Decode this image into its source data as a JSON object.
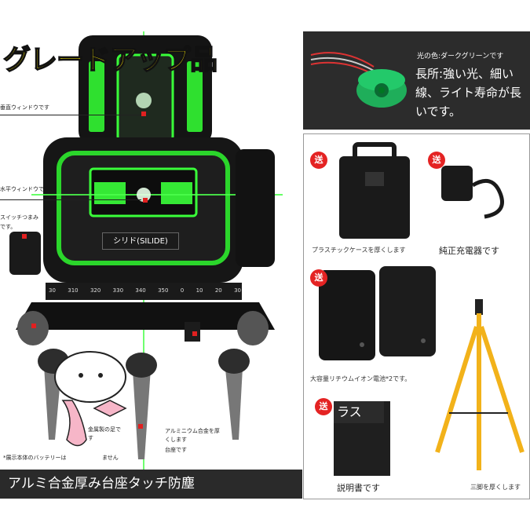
{
  "headline": "グレードアップ品",
  "product": {
    "brand_label": "シリド(SILIDE)",
    "dial_marks": [
      "330",
      "340",
      "350",
      "0",
      "10",
      "20",
      "30"
    ],
    "dial_left_marks": [
      "30",
      "310",
      "320"
    ],
    "callouts": {
      "vertical_window": "垂直ウィンドウです",
      "horizontal_window": "水平ウィンドウで",
      "switch_knob_1": "スイッチつまみ",
      "switch_knob_2": "です。",
      "feet": "金属製の足で",
      "feet_2": "す",
      "aluminum_1": "アルミニウム合金を厚",
      "aluminum_2": "くします",
      "base": "台座です",
      "battery_note": "*展示本体のバッテリーは",
      "battery_note_2": "ません"
    }
  },
  "bottom_banner": "アルミ合金厚み台座タッチ防塵",
  "diode": {
    "color_text": "光の色:ダークグリーンです",
    "description": "長所:強い光、細い線、ライト寿命が長いです。"
  },
  "accessories": [
    {
      "caption": "プラスチックケースを厚くします",
      "badge": "送"
    },
    {
      "caption": "純正充電器です",
      "badge": "送"
    },
    {
      "caption": "大容量リチウムイオン電池*2です。",
      "badge": "送"
    },
    {
      "caption": "三脚を厚くします",
      "badge": ""
    },
    {
      "caption": "説明書です",
      "badge": "送",
      "overlay": "ラス"
    }
  ],
  "colors": {
    "laser_green": "#3cff3c",
    "headline_yellow": "#f5e400",
    "tripod_yellow": "#f2b21a",
    "badge_red": "#e42323",
    "body_black": "#151515"
  }
}
